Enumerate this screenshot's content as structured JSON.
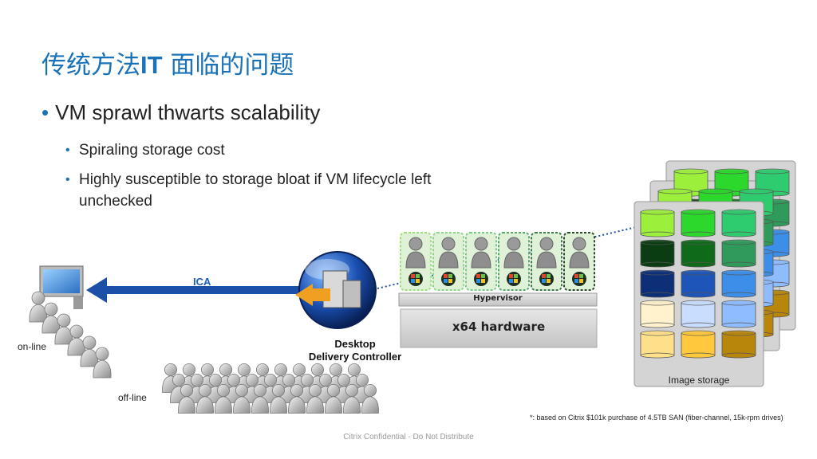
{
  "title": {
    "cn": "传统方法",
    "en": "IT",
    "cn2": " 面临的问题"
  },
  "bullets": {
    "main": "VM sprawl thwarts scalability",
    "sub1": "Spiraling storage cost",
    "sub2": "Highly susceptible to storage bloat if VM lifecycle left unchecked"
  },
  "diagram": {
    "ica_label": "ICA",
    "online_label": "on-line",
    "offline_label": "off-line",
    "ddc_line1": "Desktop",
    "ddc_line2": "Delivery Controller",
    "hypervisor_label": "Hypervisor",
    "hardware_label": "x64 hardware",
    "storage_label": "Image storage"
  },
  "footnote": "*: based on Citrix $101k purchase of 4.5TB SAN (fiber-channel, 15k-rpm drives)",
  "footer": "Citrix Confidential - Do Not Distribute",
  "colors": {
    "accent": "#1a73b8",
    "arrow": "#1b4fa8",
    "storage_rows": [
      [
        "#9cf03c",
        "#2bd82b",
        "#2ecc6e"
      ],
      [
        "#0b3d12",
        "#0f6a1a",
        "#2f9a5a"
      ],
      [
        "#0d2f78",
        "#1d56b8",
        "#3c8ee8"
      ],
      [
        "#fff2cc",
        "#c9ddff",
        "#8fbcff"
      ],
      [
        "#ffe08a",
        "#ffc83d",
        "#b8860b"
      ]
    ]
  }
}
